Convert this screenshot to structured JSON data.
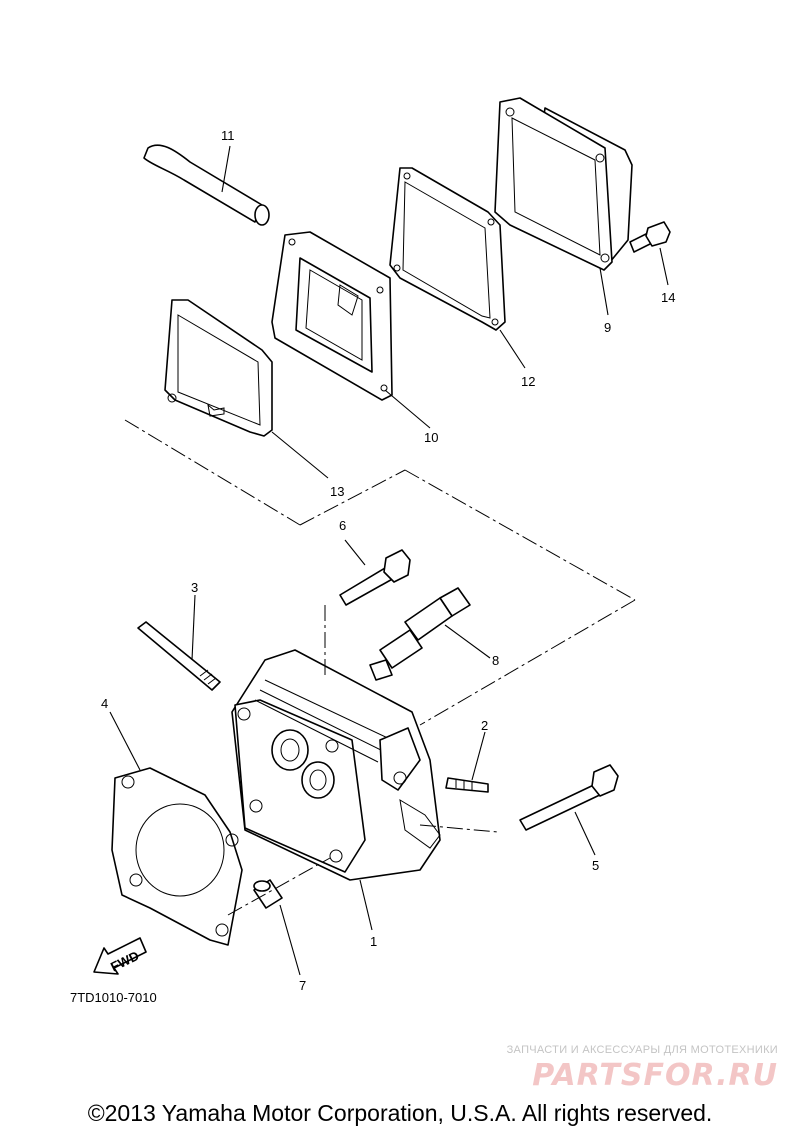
{
  "diagram": {
    "callouts": {
      "c1": "1",
      "c2": "2",
      "c3": "3",
      "c4": "4",
      "c5": "5",
      "c6": "6",
      "c7": "7",
      "c8": "8",
      "c9": "9",
      "c10": "10",
      "c11": "11",
      "c12": "12",
      "c13": "13",
      "c14": "14"
    },
    "fwd_label": "FWD",
    "diagram_code": "7TD1010-7010"
  },
  "watermark": {
    "tagline": "ЗАПЧАСТИ И АКСЕССУАРЫ ДЛЯ МОТОТЕХНИКИ",
    "logo": "PARTSFOR.RU"
  },
  "footer": {
    "copyright": "©2013 Yamaha Motor Corporation, U.S.A. All rights reserved."
  },
  "colors": {
    "line": "#000000",
    "watermark_logo": "#f3c6c6",
    "watermark_text": "#c4c4c4"
  }
}
